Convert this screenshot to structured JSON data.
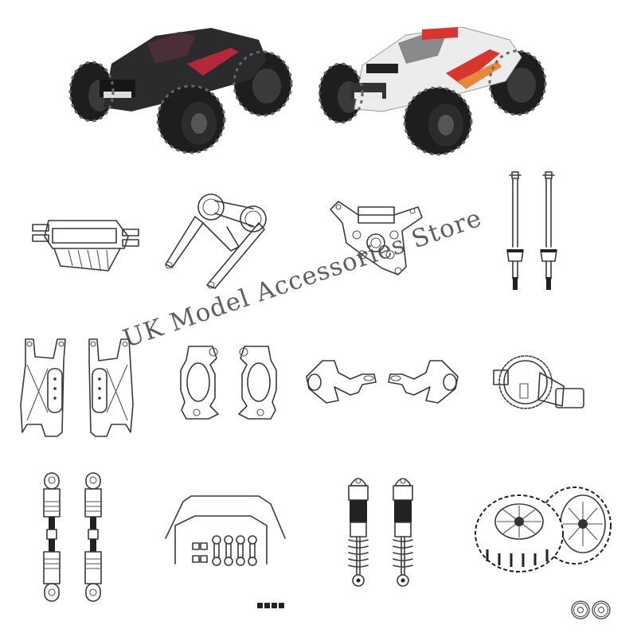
{
  "watermark": {
    "text": "UK Model Accessories Store"
  },
  "vehicles": [
    {
      "id": "truck-black",
      "body_color": "#2a2a2c",
      "accent_color": "#c0283a"
    },
    {
      "id": "truck-white",
      "body_color": "#eeeeee",
      "accent_color": "#d8352f"
    }
  ],
  "parts": [
    {
      "row": 1,
      "name": "front-bumper"
    },
    {
      "row": 1,
      "name": "wheelie-bar"
    },
    {
      "row": 1,
      "name": "shock-tower"
    },
    {
      "row": 1,
      "name": "drive-shafts",
      "count": 2
    },
    {
      "row": 2,
      "name": "suspension-arms",
      "count": 2
    },
    {
      "row": 2,
      "name": "c-hubs",
      "count": 2
    },
    {
      "row": 2,
      "name": "steering-knuckles",
      "count": 2
    },
    {
      "row": 2,
      "name": "differential"
    },
    {
      "row": 3,
      "name": "turnbuckle-links",
      "count": 2
    },
    {
      "row": 3,
      "name": "sway-bar-kit",
      "count": 2
    },
    {
      "row": 3,
      "name": "shock-absorbers",
      "count": 2
    },
    {
      "row": 3,
      "name": "wheels-tires",
      "count": 2
    },
    {
      "row": 3,
      "name": "set-screws",
      "count": 4
    },
    {
      "row": 3,
      "name": "washers",
      "count": 2
    }
  ]
}
